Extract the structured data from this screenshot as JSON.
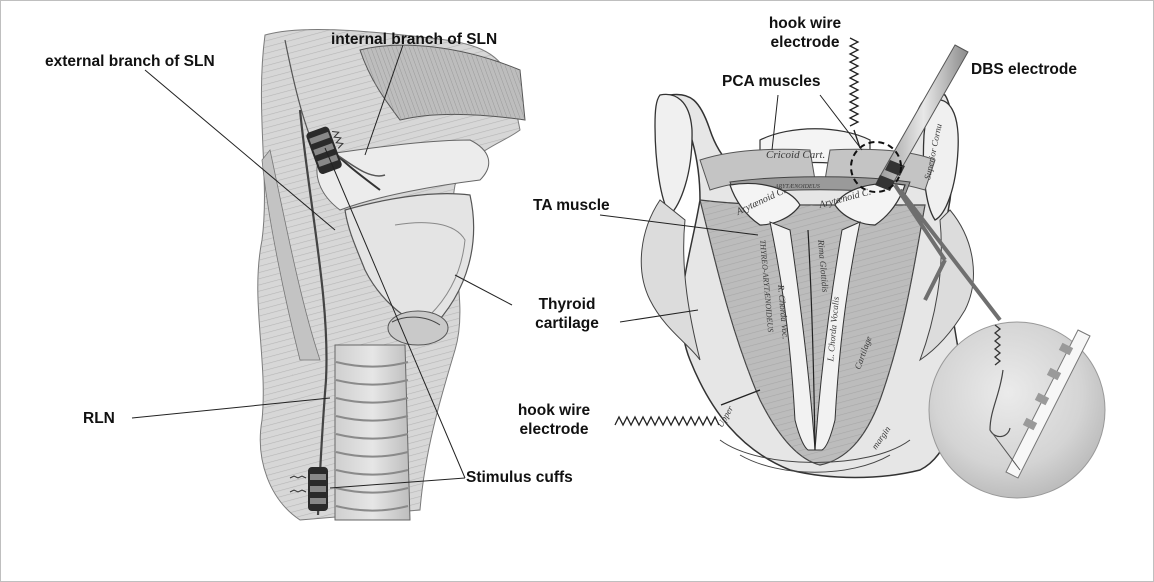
{
  "labels": {
    "ext_branch": "external branch of SLN",
    "int_branch": "internal branch of SLN",
    "rln": "RLN",
    "stimulus_cuffs": "Stimulus cuffs",
    "thyroid_cartilage": "Thyroid cartilage",
    "ta_muscle": "TA muscle",
    "pca_muscles": "PCA muscles",
    "hook_wire_top": "hook wire electrode",
    "hook_wire_bottom": "hook wire electrode",
    "dbs_electrode": "DBS electrode"
  },
  "engraving_text": {
    "cricoid": "Cricoid Cart.",
    "arytenoid_left": "Arytænoid C.",
    "arytenoid_right": "Arytænoid C.",
    "thyreo": "THYREO-ARYTÆNOIDEUS",
    "chorda_left": "R. Chorda Voc.",
    "rima": "Rima Glottidis",
    "chorda_right": "L. Chorda Vocalis",
    "cartilage_right": "Cartilage",
    "upper": "Upper",
    "margin": "margin",
    "arytaenoideus": "ARYTÆNOIDEUS",
    "superior_cornu": "Superior Cornu"
  },
  "colors": {
    "ink": "#111111",
    "engraving_dark": "#555555",
    "engraving_mid": "#8a8a8a",
    "engraving_light": "#d9d9d9",
    "dbs_callout": "#6f6f6f",
    "inset_circle": "#d0d0d0",
    "frame_border": "#bfbfbf"
  }
}
